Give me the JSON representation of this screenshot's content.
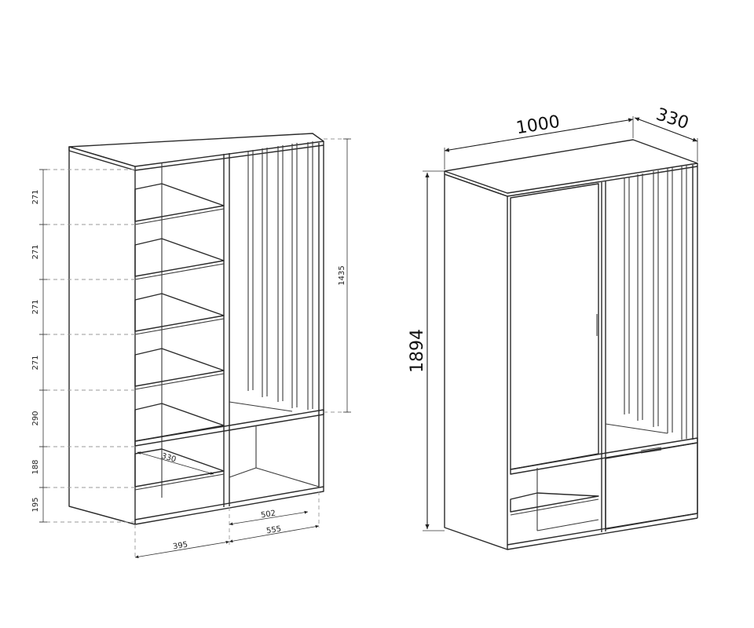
{
  "left_view": {
    "shelf_spacings": [
      "271",
      "271",
      "271",
      "271",
      "290",
      "188",
      "195"
    ],
    "total_height_upper": "1435",
    "inner_depth": "330",
    "compartment_width_inner": "502",
    "compartment_width_outer": "555",
    "left_width": "395"
  },
  "right_view": {
    "width": "1000",
    "depth": "330",
    "height": "1894"
  }
}
